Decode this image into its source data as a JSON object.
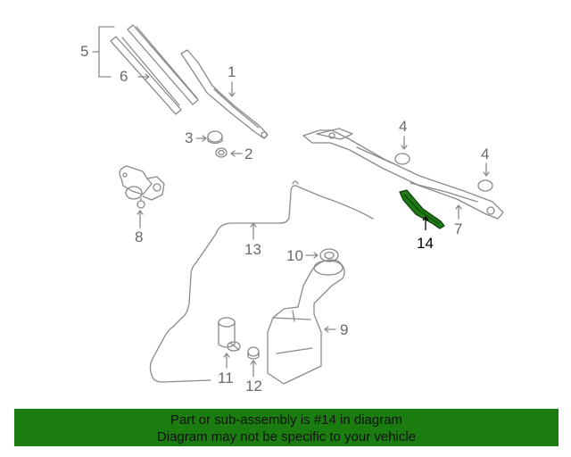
{
  "diagram": {
    "callouts": [
      "1",
      "2",
      "3",
      "4",
      "4",
      "5",
      "6",
      "7",
      "8",
      "9",
      "10",
      "11",
      "12",
      "13",
      "14"
    ],
    "highlight_part": "14",
    "line_color": "#8a8a8a",
    "highlight_color": "#1f7a16"
  },
  "banner": {
    "line1": "Part or sub-assembly is #14 in diagram",
    "line2": "Diagram may not be specific to your vehicle",
    "background": "#1b7d0f"
  }
}
